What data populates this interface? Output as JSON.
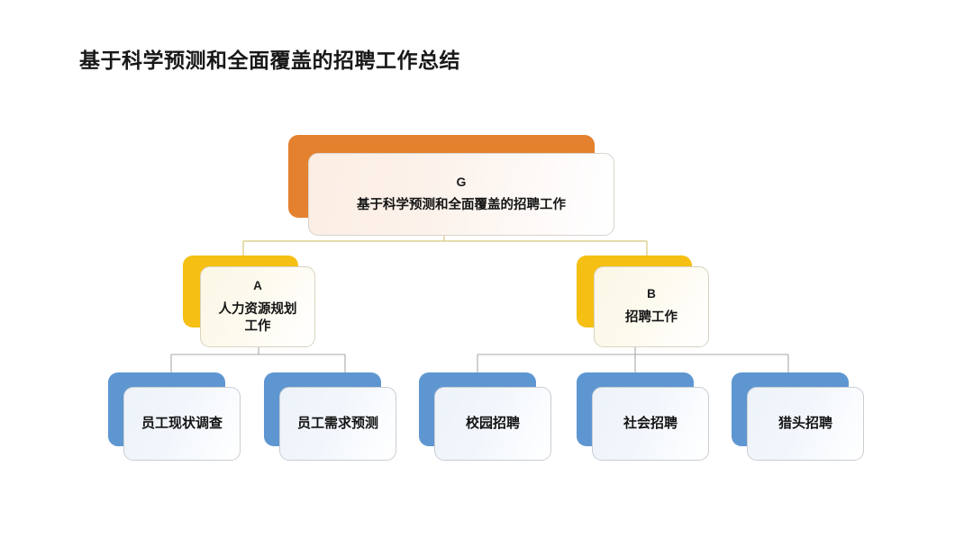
{
  "page": {
    "title": "基于科学预测和全面覆盖的招聘工作总结",
    "background_color": "#ffffff"
  },
  "colors": {
    "root_accent": "#E4812E",
    "level2_accent": "#F5C013",
    "leaf_accent": "#5E96D1",
    "connector_warm": "#D8C77A",
    "connector_gray": "#A8A8A8",
    "text": "#141414"
  },
  "chart_data": {
    "type": "diagram",
    "subtype": "organization-tree",
    "title": "基于科学预测和全面覆盖的招聘工作总结",
    "nodes": [
      {
        "id": "G",
        "code": "G",
        "label": "基于科学预测和全面覆盖的招聘工作",
        "level": 0,
        "accent": "#E4812E"
      },
      {
        "id": "A",
        "code": "A",
        "label": "人力资源规划工作",
        "level": 1,
        "accent": "#F5C013"
      },
      {
        "id": "B",
        "code": "B",
        "label": "招聘工作",
        "level": 1,
        "accent": "#F5C013"
      },
      {
        "id": "A1",
        "code": "",
        "label": "员工现状调查",
        "level": 2,
        "accent": "#5E96D1"
      },
      {
        "id": "A2",
        "code": "",
        "label": "员工需求预测",
        "level": 2,
        "accent": "#5E96D1"
      },
      {
        "id": "B1",
        "code": "",
        "label": "校园招聘",
        "level": 2,
        "accent": "#5E96D1"
      },
      {
        "id": "B2",
        "code": "",
        "label": "社会招聘",
        "level": 2,
        "accent": "#5E96D1"
      },
      {
        "id": "B3",
        "code": "",
        "label": "猎头招聘",
        "level": 2,
        "accent": "#5E96D1"
      }
    ],
    "edges": [
      {
        "from": "G",
        "to": "A"
      },
      {
        "from": "G",
        "to": "B"
      },
      {
        "from": "A",
        "to": "A1"
      },
      {
        "from": "A",
        "to": "A2"
      },
      {
        "from": "B",
        "to": "B1"
      },
      {
        "from": "B",
        "to": "B2"
      },
      {
        "from": "B",
        "to": "B3"
      }
    ]
  },
  "root": {
    "code": "G",
    "label": "基于科学预测和全面覆盖的招聘工作"
  },
  "branches": [
    {
      "code": "A",
      "label_line1": "人力资源规划",
      "label_line2": "工作"
    },
    {
      "code": "B",
      "label_line1": "招聘工作",
      "label_line2": ""
    }
  ],
  "leaves": [
    {
      "label": "员工现状调查"
    },
    {
      "label": "员工需求预测"
    },
    {
      "label": "校园招聘"
    },
    {
      "label": "社会招聘"
    },
    {
      "label": "猎头招聘"
    }
  ]
}
